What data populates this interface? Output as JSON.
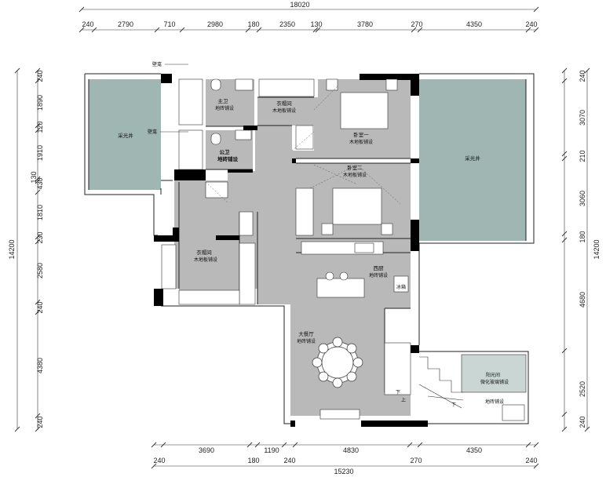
{
  "dimensions": {
    "top_total": "18020",
    "top_segments": [
      "240",
      "2790",
      "710",
      "2980",
      "180",
      "2350",
      "130",
      "3780",
      "270",
      "4350",
      "240"
    ],
    "bottom_segments": [
      "240",
      "3690",
      "180",
      "1190",
      "240",
      "4830",
      "270",
      "4350",
      "240"
    ],
    "bottom_total": "15230",
    "left_segments": [
      "240",
      "1890",
      "120",
      "1910",
      "130",
      "430",
      "1810",
      "230",
      "2580",
      "240",
      "4380",
      "240"
    ],
    "left_total": "14200",
    "right_segments": [
      "240",
      "3070",
      "210",
      "3060",
      "180",
      "4680",
      "2520",
      "240"
    ],
    "right_total": "14200"
  },
  "rooms": {
    "light_well_left": "采光井",
    "light_well_right": "采光井",
    "wall_niche_top": "壁龛",
    "wall_niche_mid": "壁龛",
    "master_bath": "主卫",
    "master_bath_floor": "地砖铺设",
    "public_bath": "公卫",
    "public_bath_floor": "地砖铺设",
    "cloakroom_top": "衣帽间",
    "cloakroom_top_floor": "木地板铺设",
    "bedroom_one": "卧室一",
    "bedroom_one_floor": "木地板铺设",
    "bedroom_two": "卧室二",
    "bedroom_two_floor": "木地板铺设",
    "cloakroom_left": "衣帽间",
    "cloakroom_left_floor": "木地板铺设",
    "western_kitchen": "西厨",
    "western_kitchen_floor": "地砖铺设",
    "fridge": "冰箱",
    "living_dining": "大餐厅",
    "living_dining_floor": "地砖铺设",
    "sunroom": "阳光间",
    "sunroom_floor": "微化玻璃铺设",
    "courtyard_floor": "地砖铺设",
    "stair_down": "下",
    "stair_up": "上",
    "stair_down_2": "下"
  },
  "colors": {
    "floor_gray": "#b9b9b9",
    "light_well": "#9fb6b3",
    "wall_black": "#000000",
    "line": "#333333"
  }
}
